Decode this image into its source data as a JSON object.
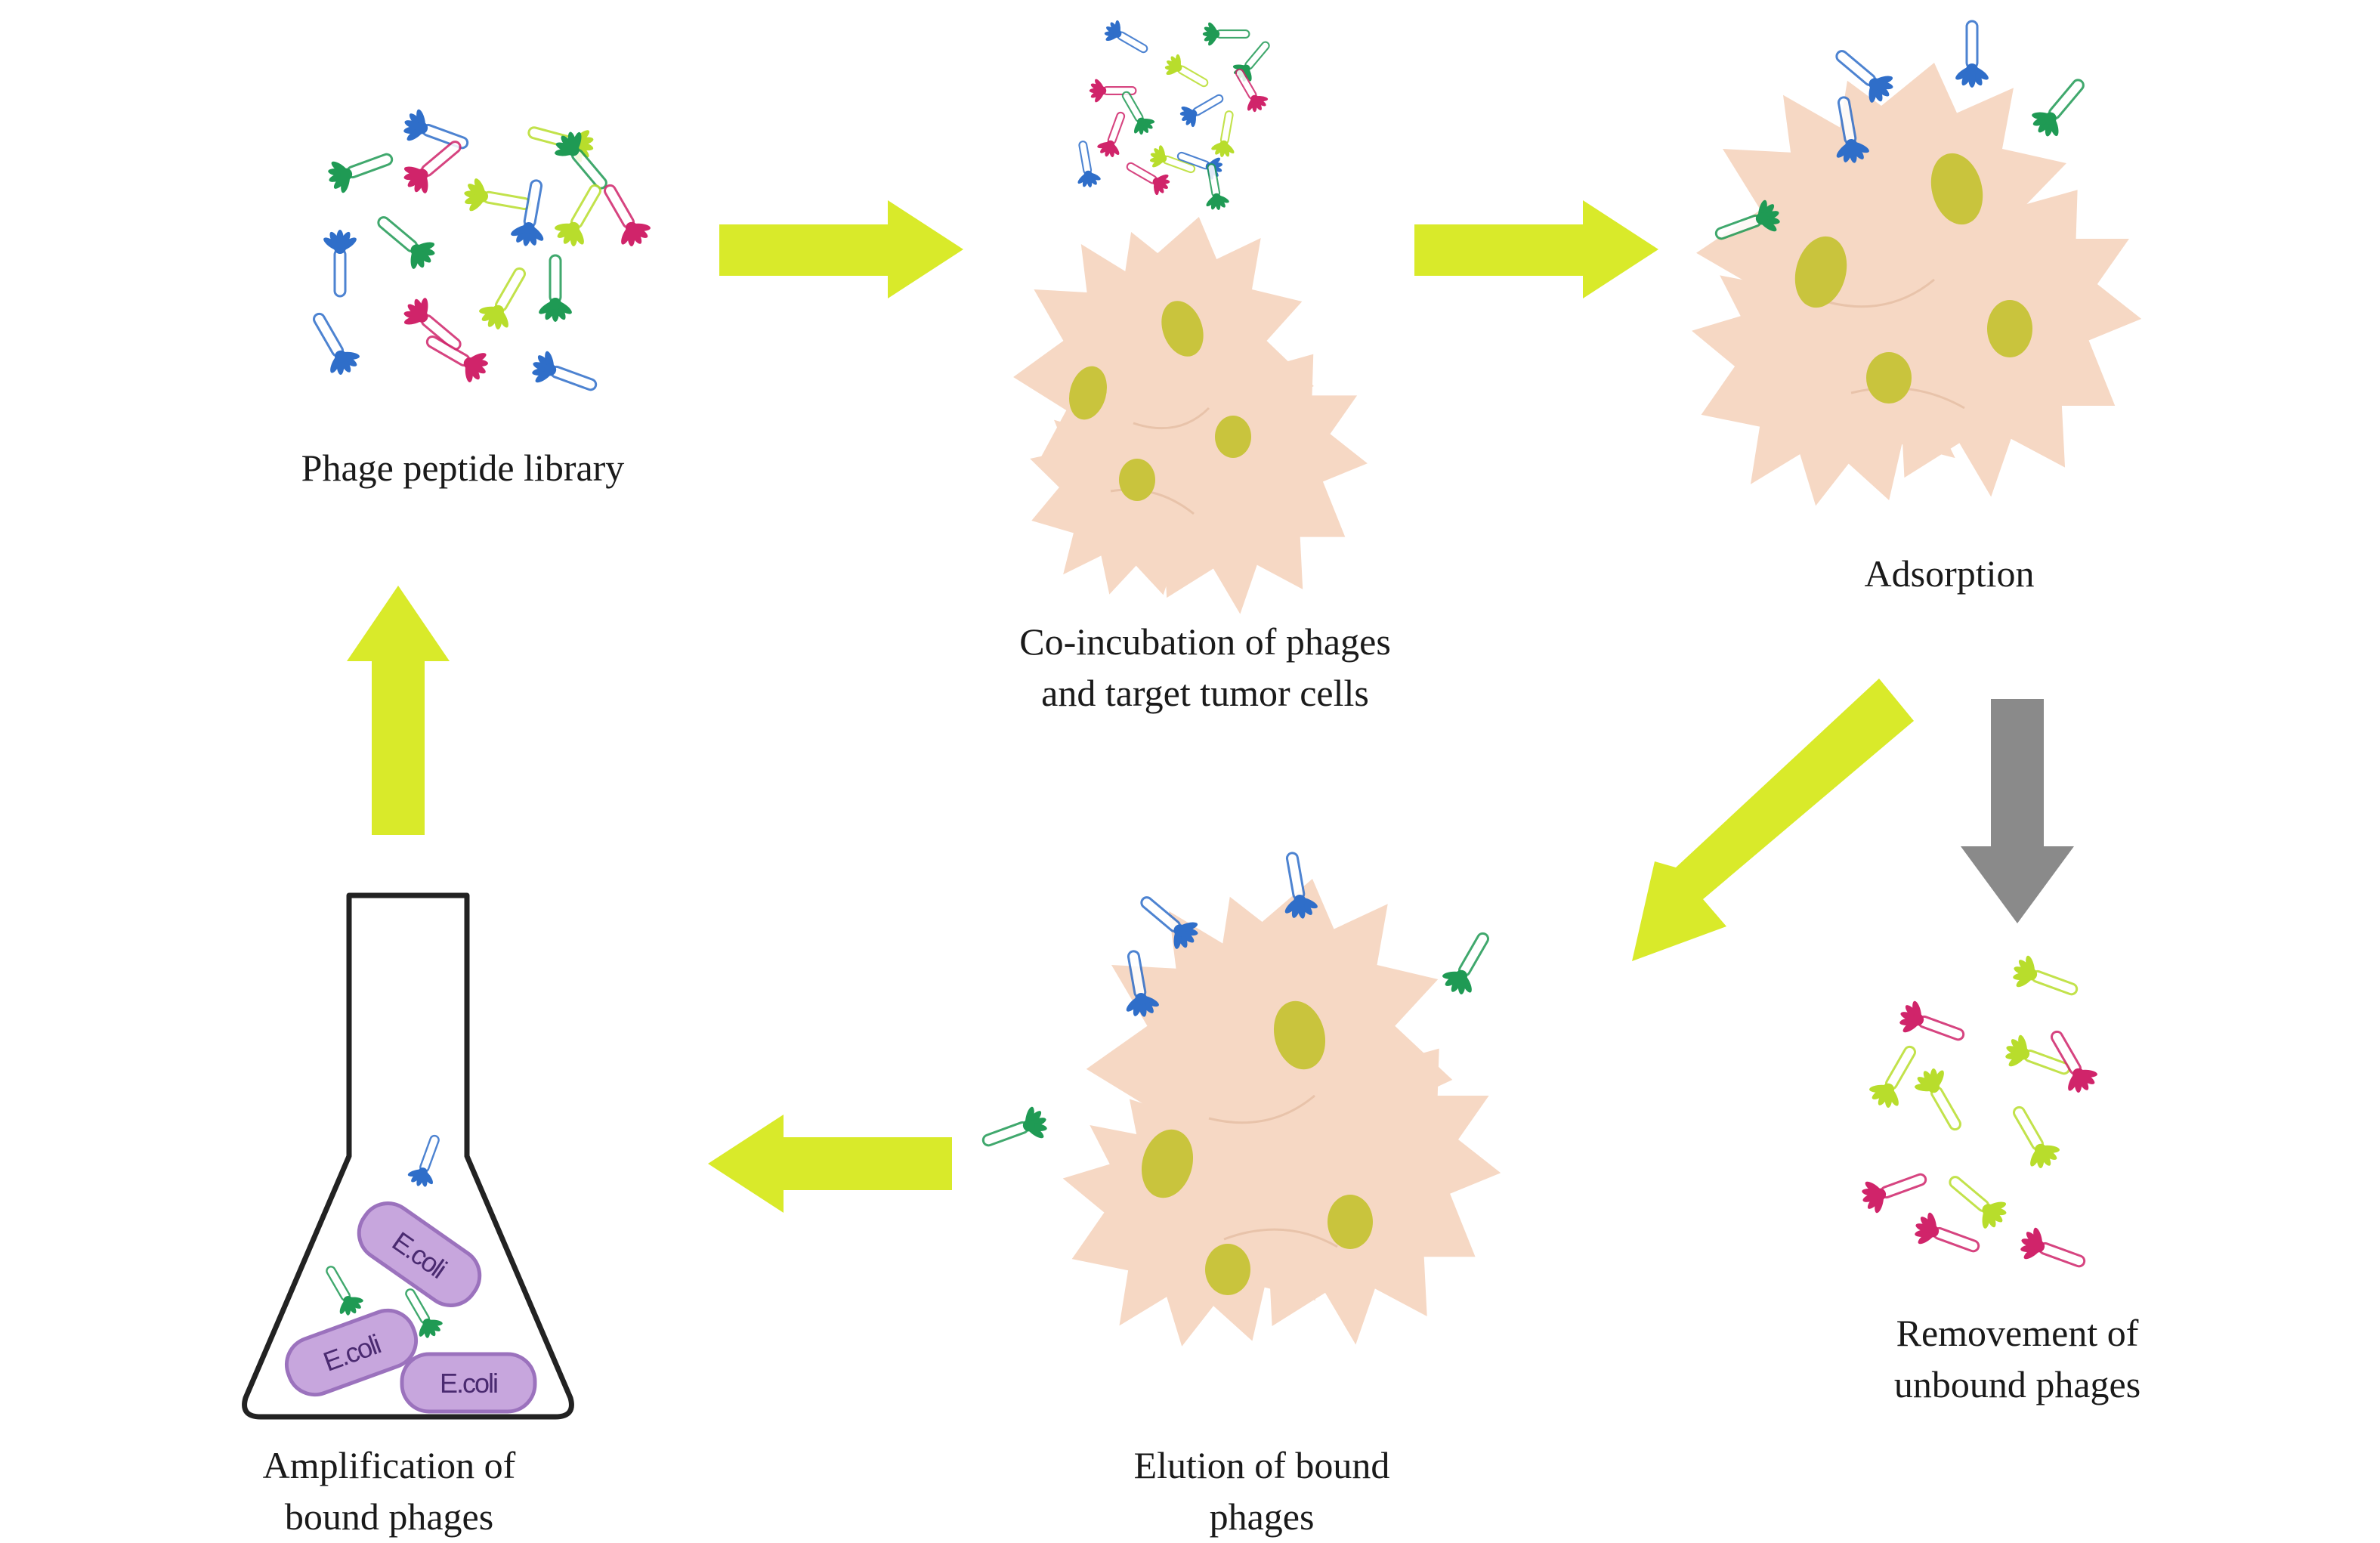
{
  "colors": {
    "arrow": "#d9ea2a",
    "arrow_gray": "#8a8a8a",
    "cell": "#f6d8c4",
    "nucleus": "#c9c43d",
    "ecoli": "#c7a6dd",
    "flask": "#222222",
    "phage_heads": [
      "#2f6ec9",
      "#1f9a54",
      "#d0246a",
      "#b8dd2c"
    ]
  },
  "steps": {
    "library": {
      "label": "Phage peptide library"
    },
    "coincubation": {
      "line1": "Co-incubation of phages",
      "line2": "and target tumor cells"
    },
    "adsorption": {
      "label": "Adsorption"
    },
    "removement": {
      "line1": "Removement of",
      "line2": "unbound phages"
    },
    "elution": {
      "line1": "Elution of bound",
      "line2": "phages"
    },
    "amplification": {
      "line1": "Amplification of",
      "line2": "bound phages"
    }
  },
  "ecoli": [
    "E.coli",
    "E.coli",
    "E.coli"
  ]
}
